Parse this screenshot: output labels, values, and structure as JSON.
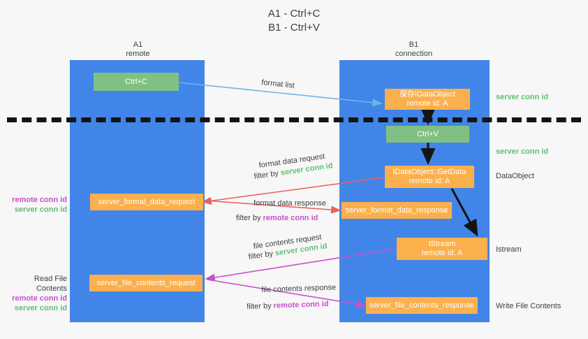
{
  "title": "A1 - Ctrl+C\nB1 - Ctrl+V",
  "columns": [
    {
      "name": "A1",
      "sub": "remote"
    },
    {
      "name": "B1",
      "sub": "connection"
    }
  ],
  "boxes": {
    "ctrl_c": "Ctrl+C",
    "ctrl_v": "Ctrl+V",
    "idataobject_line1": "保存IDataObject",
    "idataobject_line2": "remote id: A",
    "getdata_line1": "IDataObject::GetData",
    "getdata_line2": "remote id: A",
    "istream_line1": "IStream",
    "istream_line2": "remote id: A",
    "server_format_data_request": "server_format_data_request",
    "server_format_data_response": "server_format_data_response",
    "server_file_contents_request": "server_file_contents_request",
    "server_file_contents_response": "server_file_contents_response"
  },
  "arrows": {
    "format_list": "format list",
    "format_data_request": "format data request",
    "format_data_request_filter_prefix": "filter by ",
    "format_data_request_filter_value": "server conn id",
    "format_data_response": "format data response",
    "format_data_response_filter_prefix": "filter by ",
    "format_data_response_filter_value": "remote conn id",
    "file_contents_request": "file contents request",
    "file_contents_request_filter_prefix": "filter by ",
    "file_contents_request_filter_value": "server conn id",
    "file_contents_response": "file contents response",
    "file_contents_response_filter_prefix": "filter by ",
    "file_contents_response_filter_value": "remote conn id"
  },
  "right_labels": {
    "server_conn_id_top": "server conn id",
    "server_conn_id_mid": "server conn id",
    "dataobject": "DataObject",
    "istream": "Istream",
    "write_file_contents": "Write File Contents"
  },
  "left_labels": {
    "remote_conn_id_upper": "remote conn id",
    "server_conn_id_upper": "server conn id",
    "read_file_contents": "Read File Contents",
    "remote_conn_id_lower": "remote conn id",
    "server_conn_id_lower": "server conn id"
  },
  "colors": {
    "lane": "#4285e8",
    "green_box": "#80c183",
    "orange_box": "#fbb04d",
    "server_conn_id": "#5fbf6f",
    "remote_conn_id": "#c94fd1",
    "arrow_blue": "#6cb6e8",
    "arrow_red": "#e8625c",
    "arrow_magenta": "#c94fd1",
    "arrow_black": "#141414",
    "background": "#f7f7f7"
  }
}
